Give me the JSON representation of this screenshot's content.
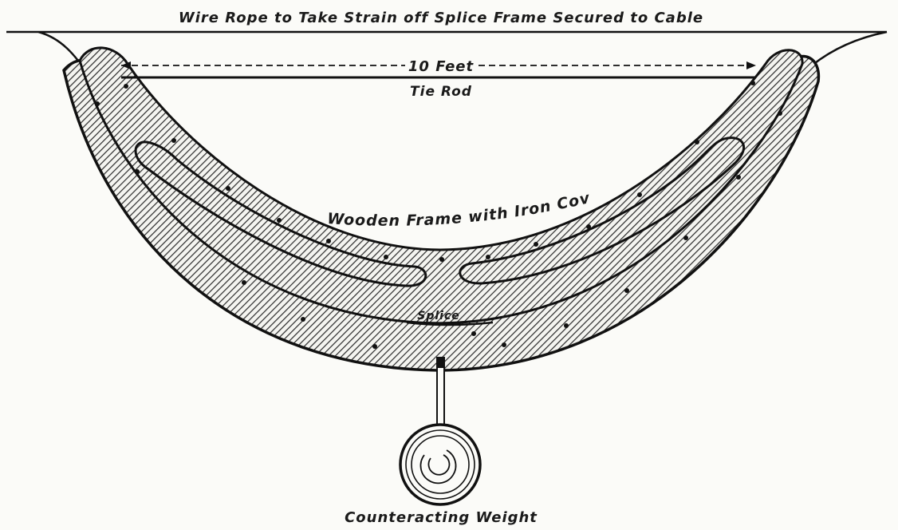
{
  "labels": {
    "wire_rope": "Wire Rope to Take Strain off Splice Frame Secured to Cable",
    "ten_feet": "10 Feet",
    "tie_rod": "Tie Rod",
    "wooden_frame": "Wooden Frame with Iron Cover",
    "splice": "Splice",
    "weight": "Counteracting Weight"
  }
}
